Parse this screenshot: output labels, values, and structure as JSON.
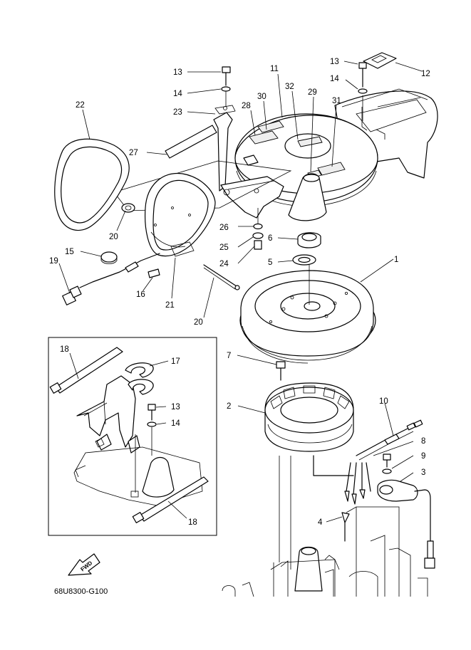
{
  "diagram_code": "68U8300-G100",
  "fwd_label": "FWD",
  "callouts": {
    "c1": "1",
    "c2": "2",
    "c3": "3",
    "c4": "4",
    "c5": "5",
    "c6": "6",
    "c7": "7",
    "c8": "8",
    "c9": "9",
    "c10": "10",
    "c11": "11",
    "c12": "12",
    "c13a": "13",
    "c13b": "13",
    "c13c": "13",
    "c14a": "14",
    "c14b": "14",
    "c14c": "14",
    "c15": "15",
    "c16": "16",
    "c17": "17",
    "c18a": "18",
    "c18b": "18",
    "c19": "19",
    "c20a": "20",
    "c20b": "20",
    "c21": "21",
    "c22": "22",
    "c23": "23",
    "c24": "24",
    "c25": "25",
    "c26": "26",
    "c27": "27",
    "c28": "28",
    "c29": "29",
    "c30": "30",
    "c31": "31",
    "c32": "32"
  }
}
